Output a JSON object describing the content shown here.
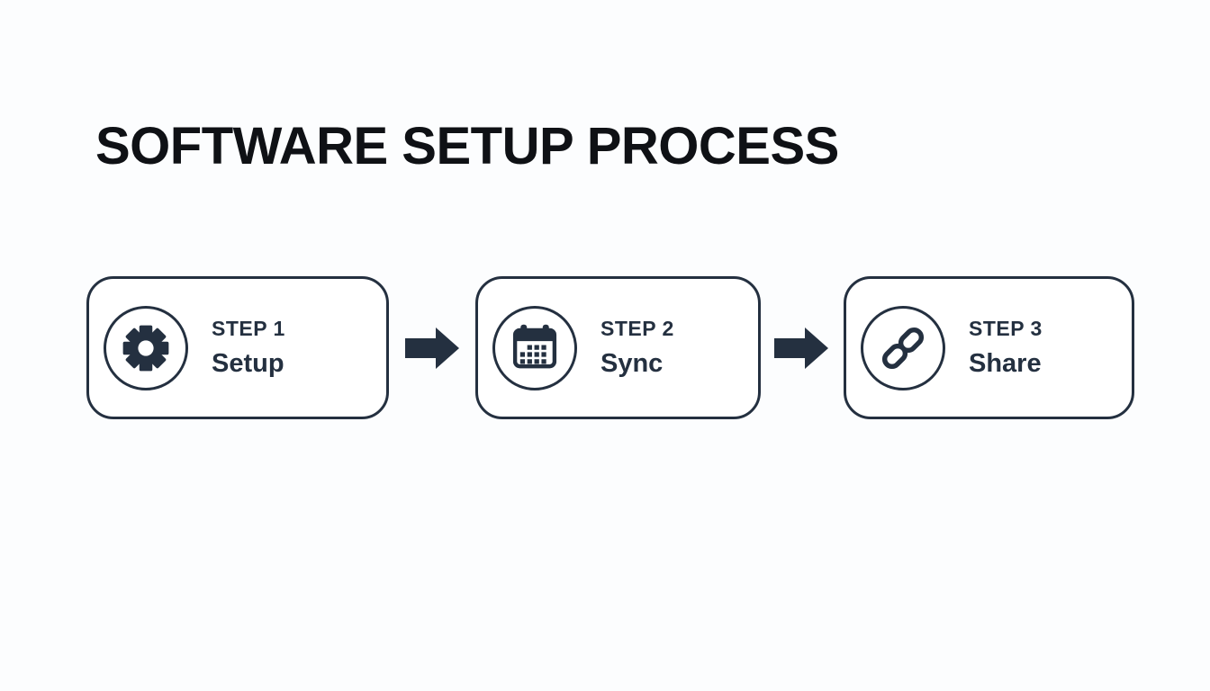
{
  "title": "SOFTWARE SETUP PROCESS",
  "colors": {
    "ink": "#243040",
    "title": "#0f1115",
    "background": "#fcfdfe",
    "card_background": "#ffffff"
  },
  "steps": [
    {
      "label": "STEP 1",
      "name": "Setup",
      "icon": "gear-icon"
    },
    {
      "label": "STEP 2",
      "name": "Sync",
      "icon": "calendar-icon"
    },
    {
      "label": "STEP 3",
      "name": "Share",
      "icon": "link-icon"
    }
  ],
  "connectors": [
    {
      "icon": "arrow-right-icon"
    },
    {
      "icon": "arrow-right-icon"
    }
  ]
}
